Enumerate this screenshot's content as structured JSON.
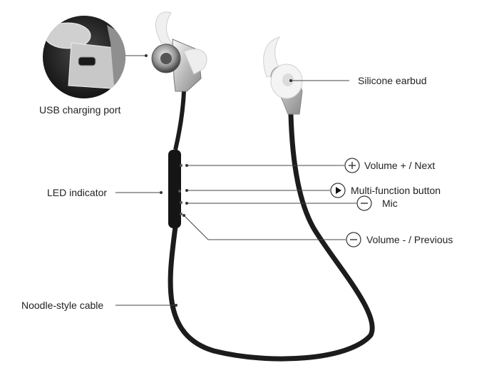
{
  "callouts": {
    "usb_port": "USB charging port",
    "earbud": "Silicone earbud",
    "led": "LED indicator",
    "vol_up": "Volume + / Next",
    "multi": "Multi-function button",
    "mic": "Mic",
    "vol_down": "Volume - / Previous",
    "cable": "Noodle-style cable"
  },
  "icons": {
    "vol_up": "plus-circle-icon",
    "multi": "play-circle-icon",
    "mic": "minus-circle-icon",
    "vol_down": "minus-circle-icon"
  },
  "colors": {
    "cable": "#1c1c1c",
    "earbud_body": "#d9d9d9",
    "silicone": "#f2f2f2",
    "leader_line": "#444444"
  }
}
